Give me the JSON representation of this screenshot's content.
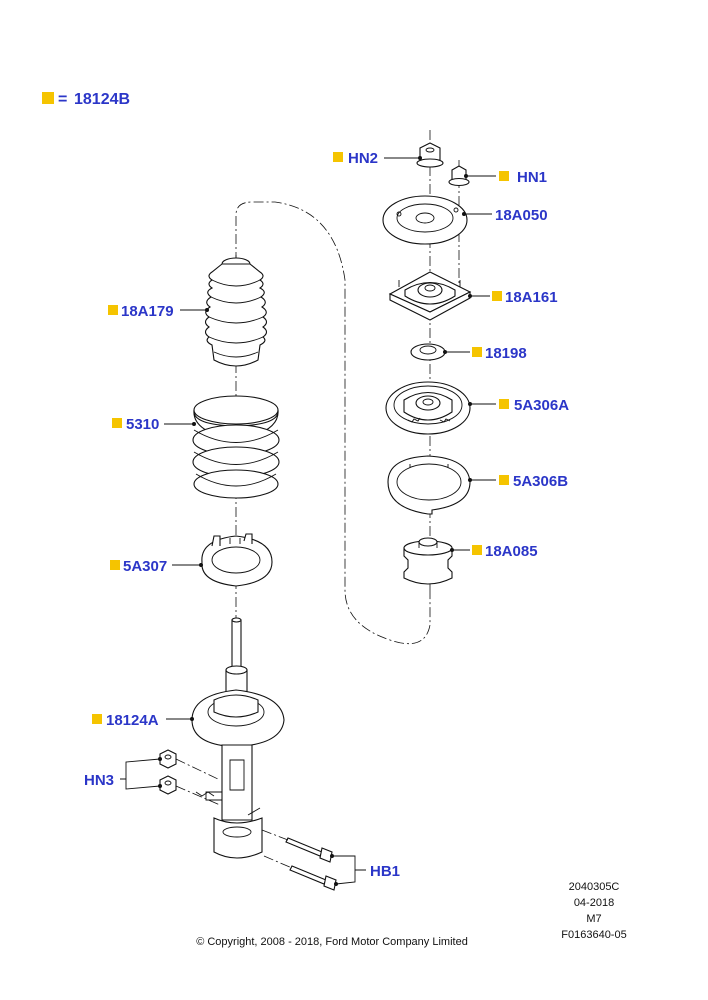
{
  "colors": {
    "marker": "#f5c400",
    "label": "#2b36c8",
    "line": "#111111"
  },
  "legend": {
    "equals": "=",
    "part": "18124B"
  },
  "callouts": {
    "hn2": "HN2",
    "hn1": "HN1",
    "a18a050": "18A050",
    "a18a161": "18A161",
    "a18198": "18198",
    "a5a306a": "5A306A",
    "a5a306b": "5A306B",
    "a18a085": "18A085",
    "a18a179": "18A179",
    "a5310": "5310",
    "a5a307": "5A307",
    "a18124a": "18124A",
    "hn3": "HN3",
    "hb1": "HB1"
  },
  "footer": {
    "code1": "2040305C",
    "date": "04-2018",
    "model": "M7",
    "ref": "F0163640-05",
    "copyright": "© Copyright, 2008 - 2018, Ford Motor Company Limited"
  }
}
